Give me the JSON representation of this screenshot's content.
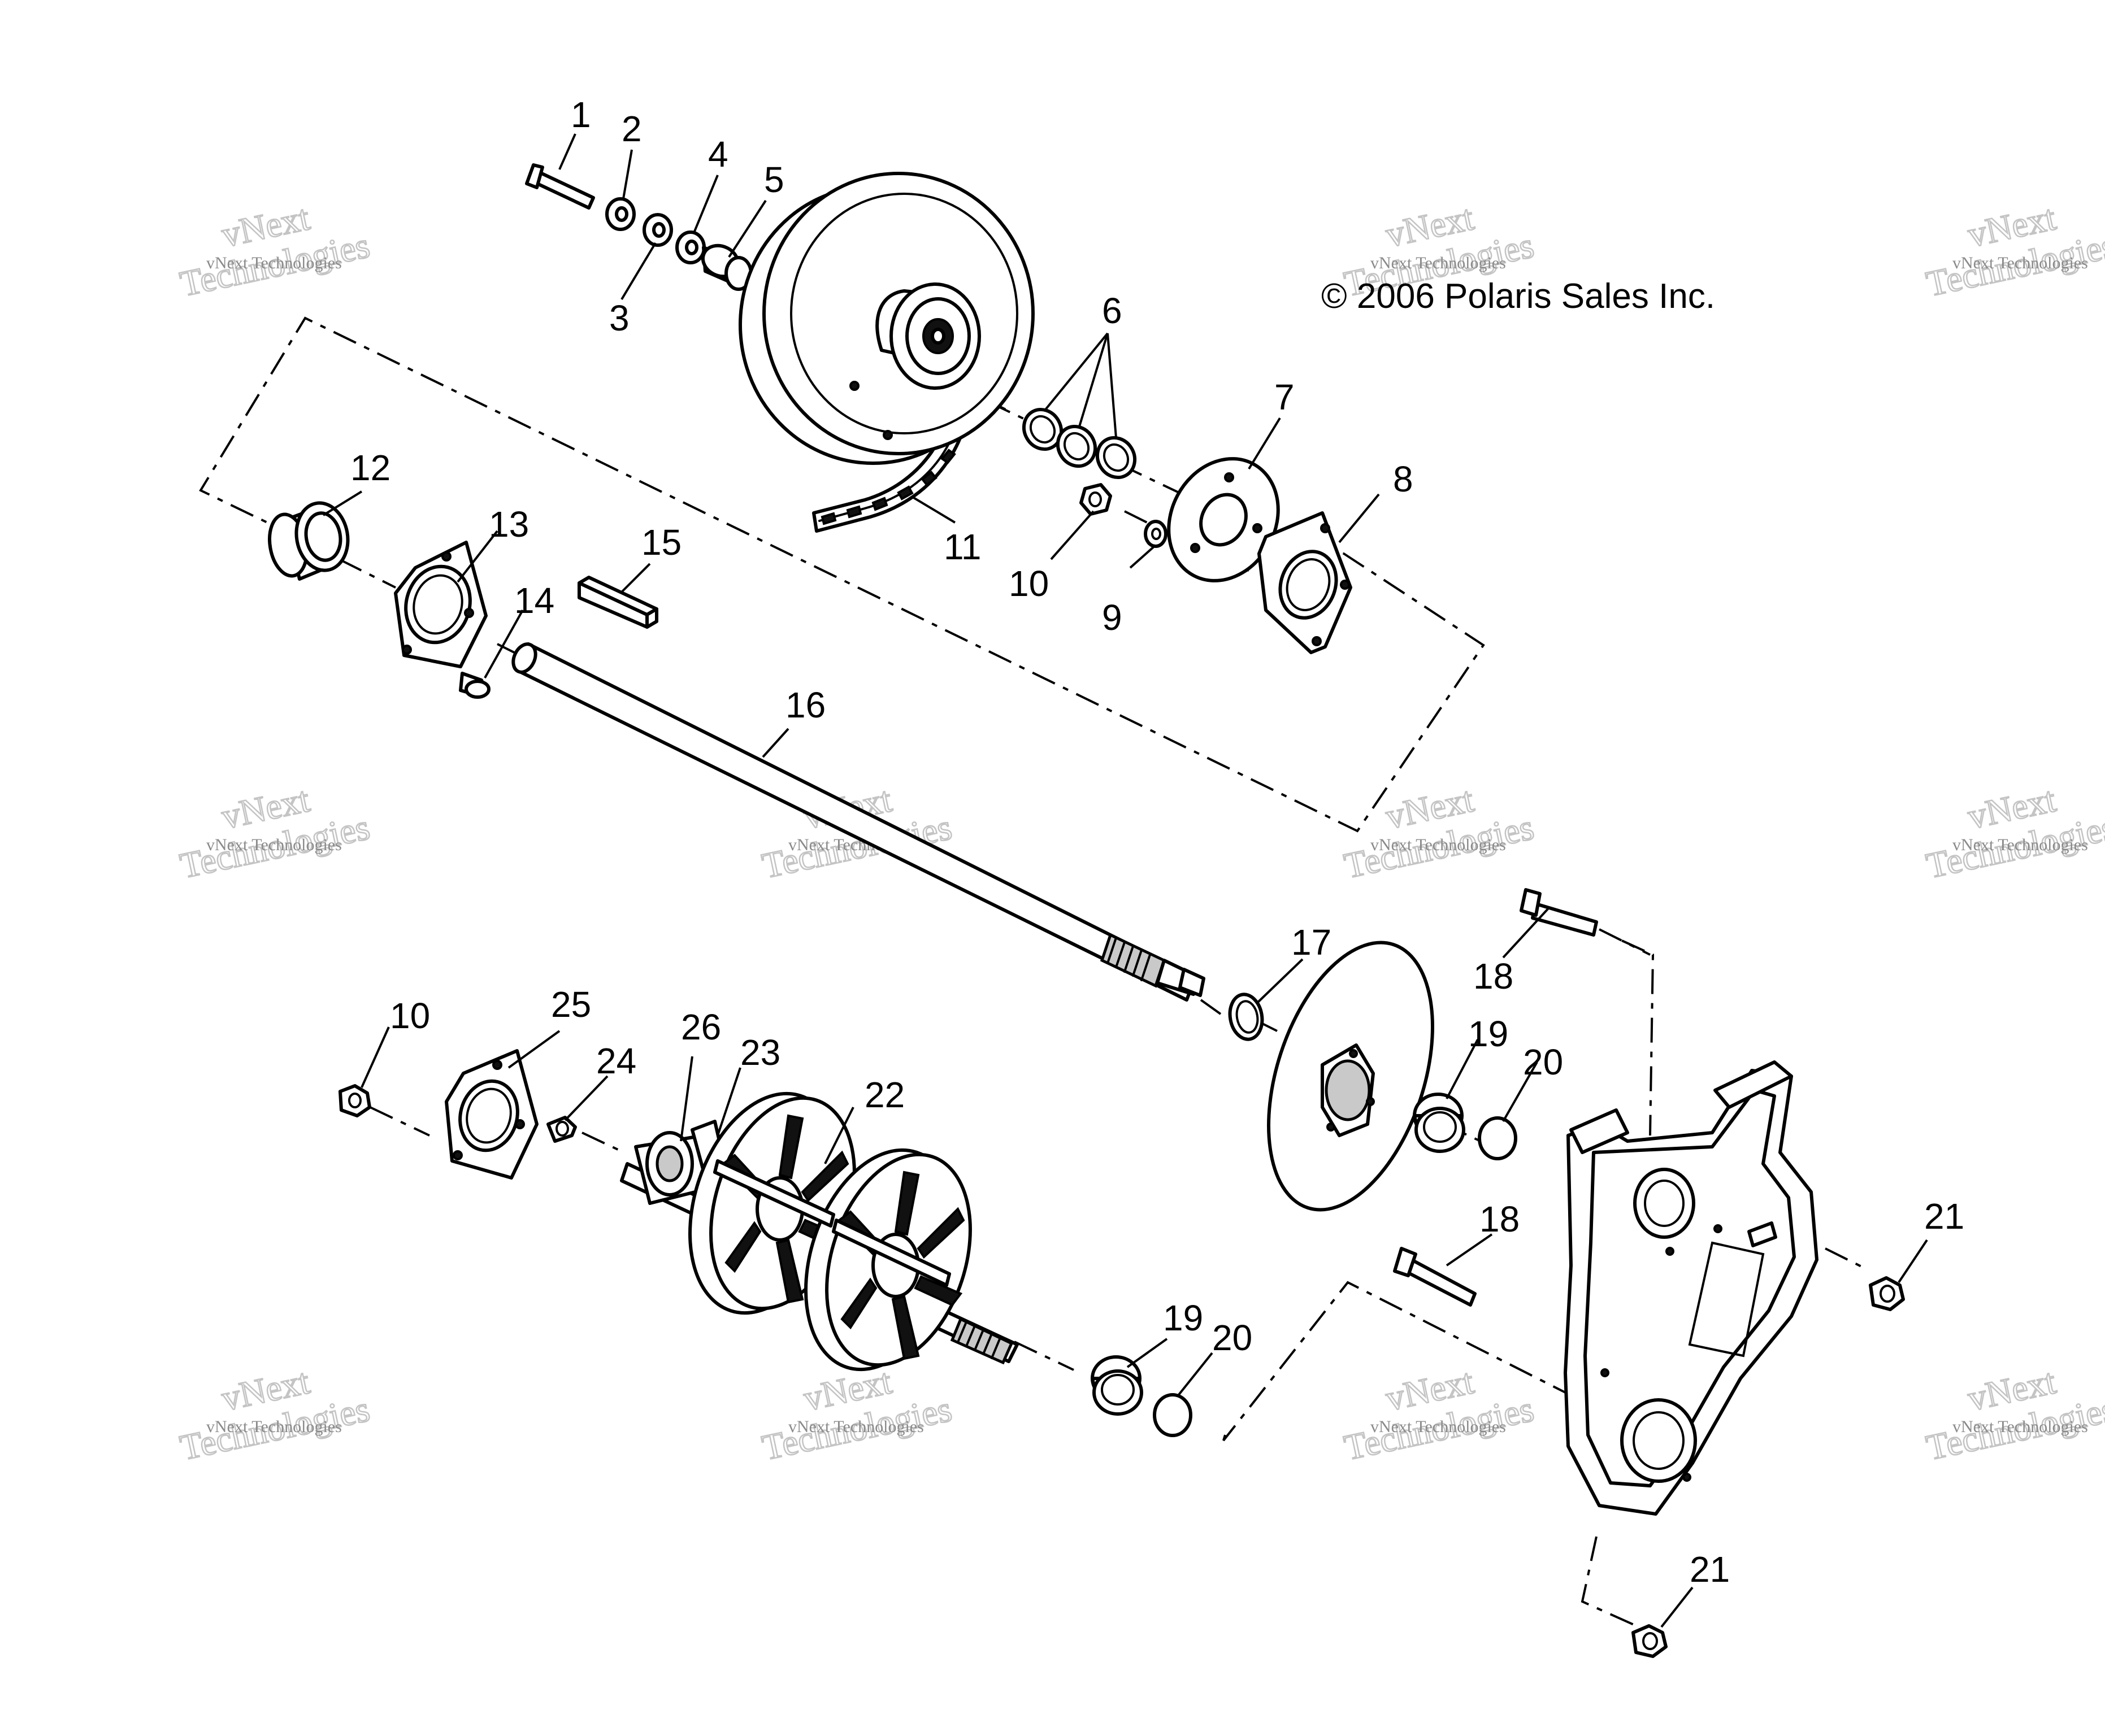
{
  "copyright": "© 2006 Polaris Sales Inc.",
  "watermark": {
    "small": "vNext Technologies",
    "big_line1": "vNext",
    "big_line2": "Technologies"
  },
  "callouts": [
    "1",
    "2",
    "3",
    "4",
    "5",
    "6",
    "7",
    "8",
    "9",
    "10",
    "11",
    "12",
    "13",
    "14",
    "15",
    "16",
    "17",
    "18",
    "19",
    "20",
    "21",
    "22",
    "23",
    "24",
    "25",
    "26",
    "10",
    "18",
    "19",
    "20",
    "21"
  ],
  "colors": {
    "ink": "#000000",
    "watermark": "#c4c4c4"
  }
}
